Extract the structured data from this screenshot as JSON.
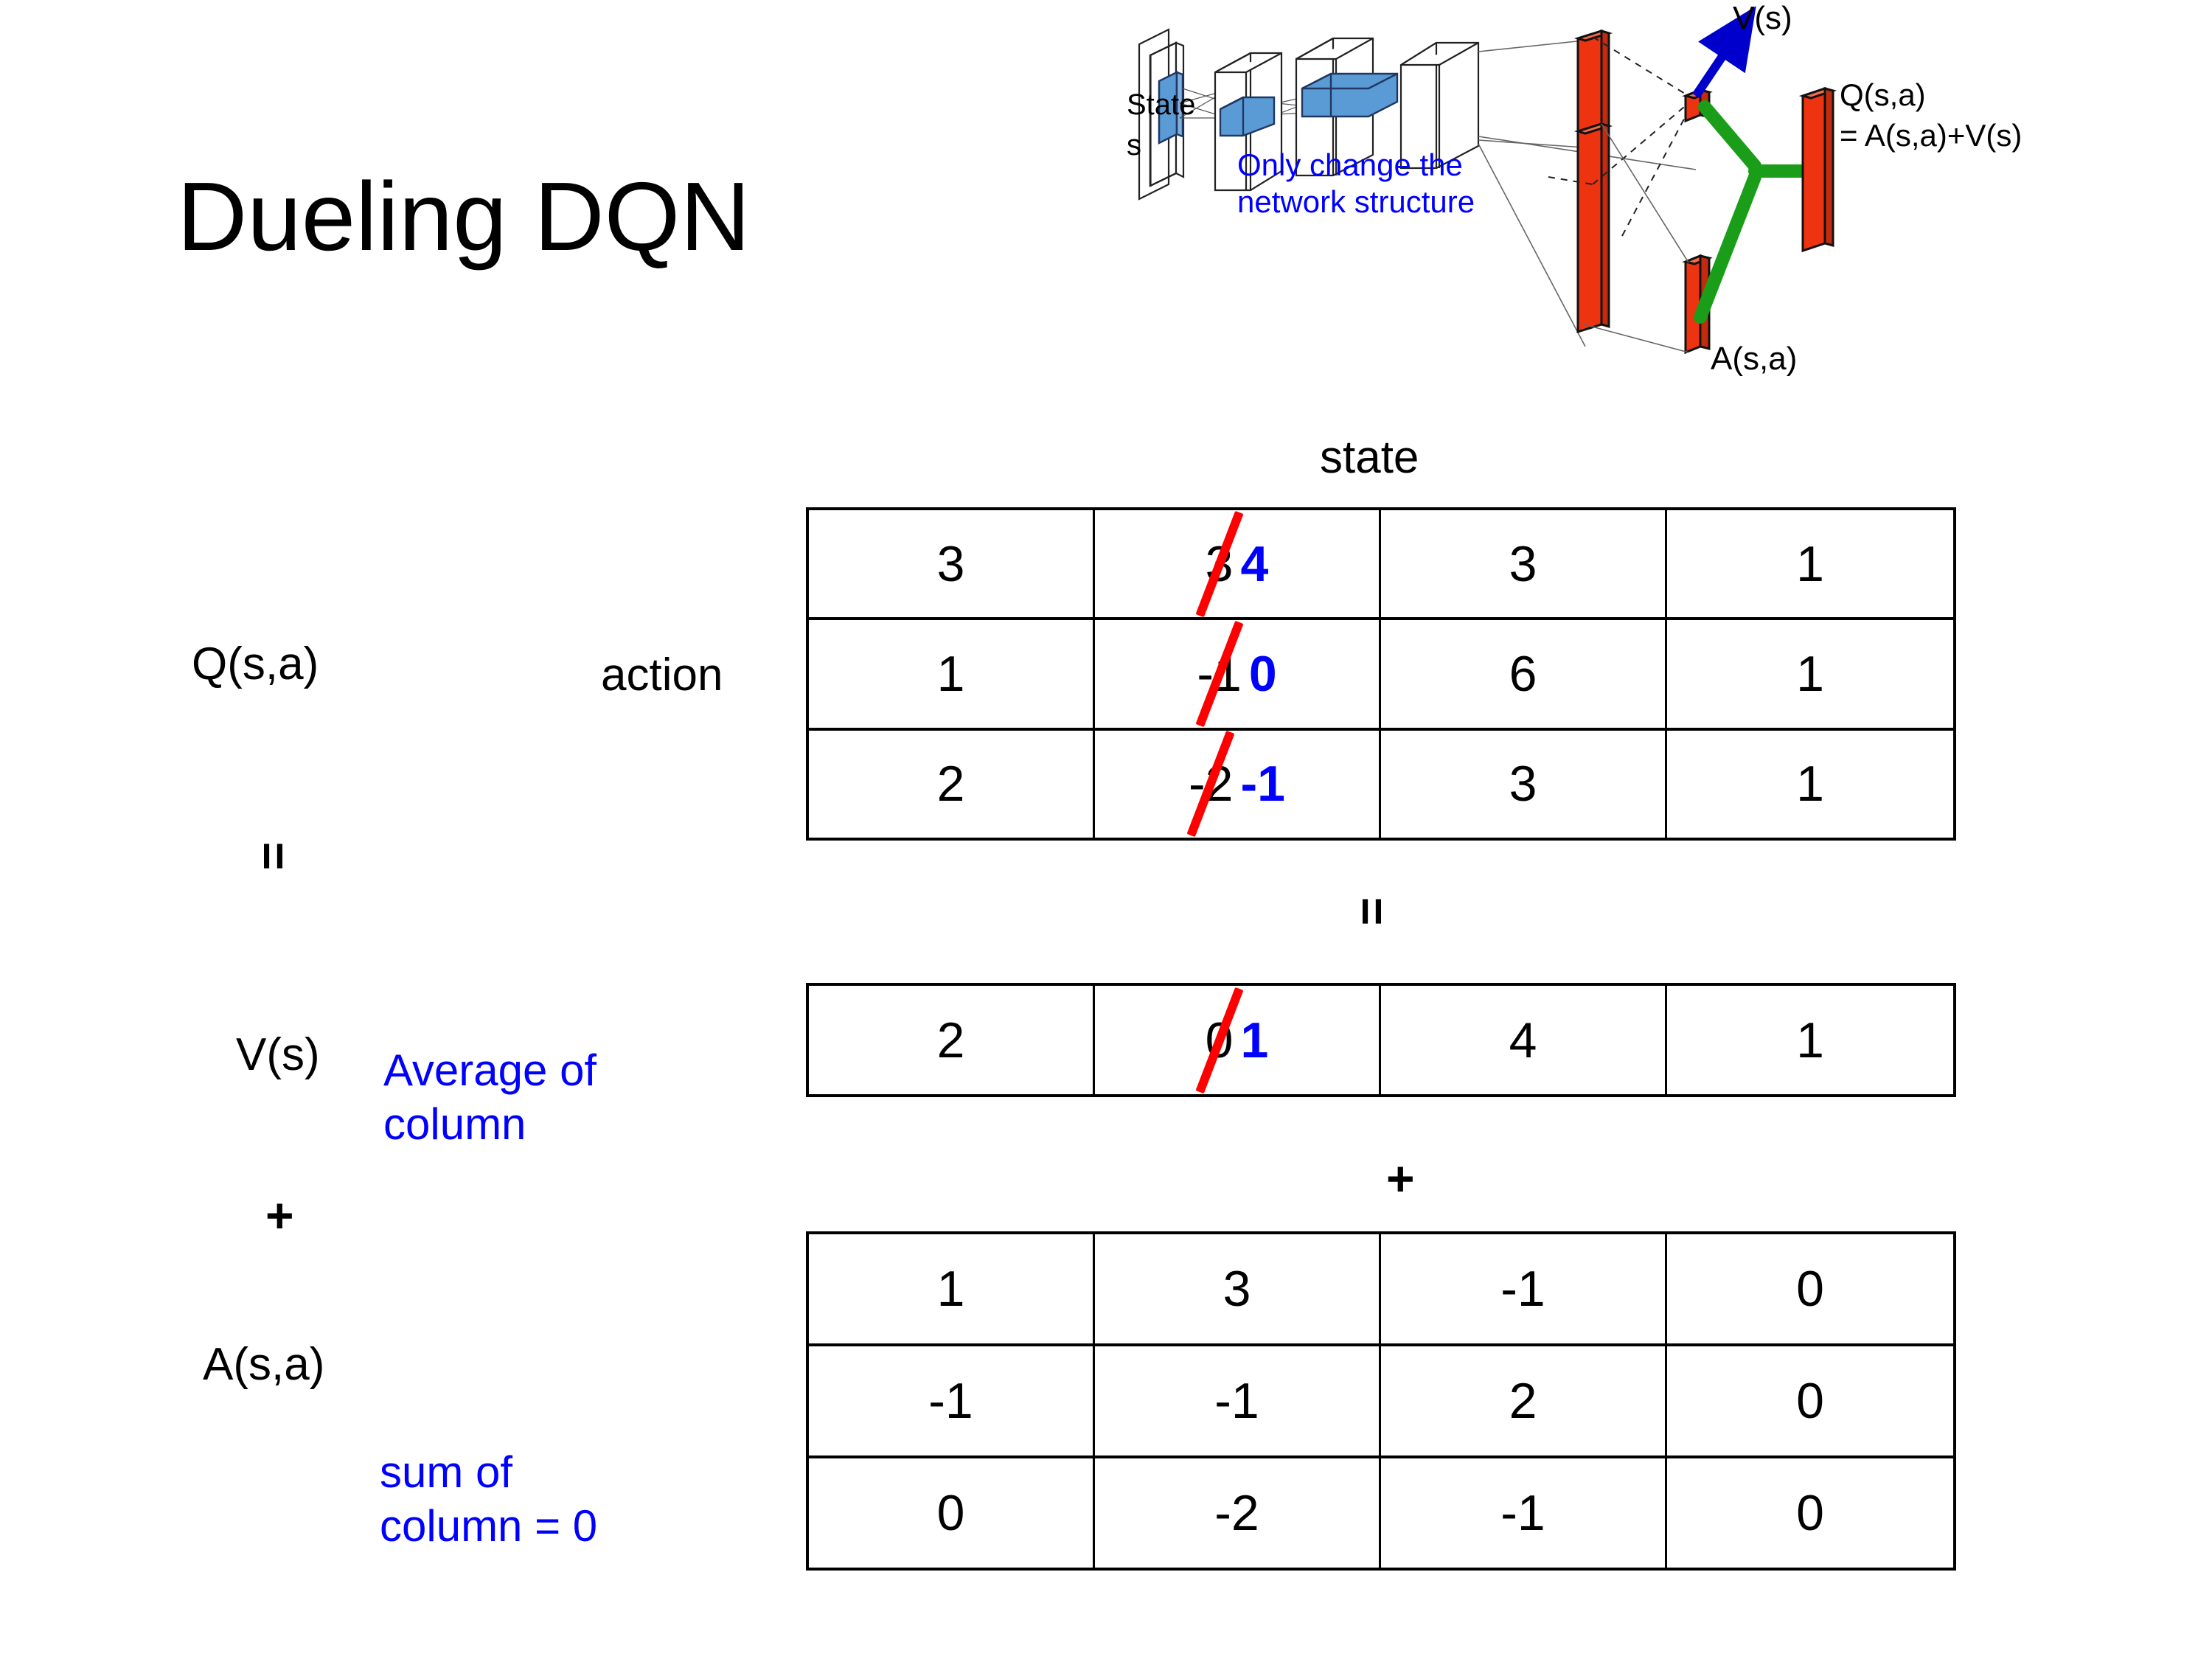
{
  "slide": {
    "title": "Dueling DQN"
  },
  "diagram": {
    "state_label_line1": "State",
    "state_label_line2": "s",
    "note_line1": "Only change the",
    "note_line2": "network structure",
    "value_output_label": "V(s)",
    "advantage_output_label": "A(s,a)",
    "q_output_label_line1": "Q(s,a)",
    "q_output_label_line2": "= A(s,a)+V(s)",
    "colors": {
      "note_blue": "#0000FF",
      "arrow_blue": "#0000CC",
      "bar_red": "#EE3311",
      "merge_green": "#1A9E1A",
      "conv_blue": "#5B9BD5"
    }
  },
  "labels": {
    "q_label": "Q(s,a)",
    "v_label": "V(s)",
    "a_label": "A(s,a)",
    "state_axis": "state",
    "action_axis": "action",
    "equals_1": "=",
    "equals_2": "=",
    "plus_1": "+",
    "plus_2": "+",
    "note_average_line1": "Average of",
    "note_average_line2": "column",
    "note_sum_line1": "sum of",
    "note_sum_line2": "column = 0",
    "annotation_color": "#0000FF",
    "strike_color": "#FF0000"
  },
  "chart_data": {
    "type": "table",
    "title": "Dueling DQN",
    "xlabel": "state",
    "ylabel": "action",
    "tables": [
      {
        "name": "Q(s,a)",
        "rows": 3,
        "cols": 4,
        "values": [
          [
            "3",
            "3",
            "3",
            "1"
          ],
          [
            "1",
            "-1",
            "6",
            "1"
          ],
          [
            "2",
            "-2",
            "3",
            "1"
          ]
        ],
        "edits": [
          {
            "row": 0,
            "col": 1,
            "old": "3",
            "new": "4"
          },
          {
            "row": 1,
            "col": 1,
            "old": "-1",
            "new": "0"
          },
          {
            "row": 2,
            "col": 1,
            "old": "-2",
            "new": "-1"
          }
        ]
      },
      {
        "name": "V(s)",
        "rows": 1,
        "cols": 4,
        "values": [
          [
            "2",
            "0",
            "4",
            "1"
          ]
        ],
        "edits": [
          {
            "row": 0,
            "col": 1,
            "old": "0",
            "new": "1"
          }
        ]
      },
      {
        "name": "A(s,a)",
        "rows": 3,
        "cols": 4,
        "values": [
          [
            "1",
            "3",
            "-1",
            "0"
          ],
          [
            "-1",
            "-1",
            "2",
            "0"
          ],
          [
            "0",
            "-2",
            "-1",
            "0"
          ]
        ],
        "edits": []
      }
    ],
    "relation": "Q(s,a) = V(s) + A(s,a)"
  }
}
